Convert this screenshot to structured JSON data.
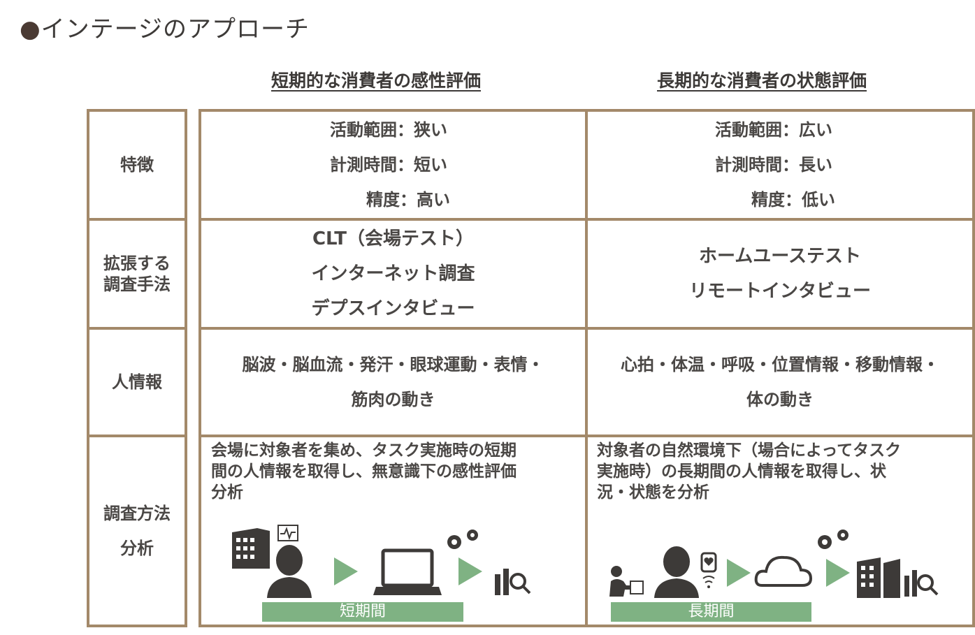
{
  "page_title": "インテージのアプローチ",
  "bullet": "●",
  "columns": [
    "短期的な消費者の感性評価",
    "長期的な消費者の状態評価"
  ],
  "rows": {
    "features": {
      "label": "特徴",
      "left": [
        "活動範囲：狭い",
        "計測時間：短い",
        "精度：高い"
      ],
      "right": [
        "活動範囲：広い",
        "計測時間：長い",
        "精度：低い"
      ]
    },
    "methods": {
      "label_line1": "拡張する",
      "label_line2": "調査手法",
      "left": [
        "CLT（会場テスト）",
        "インターネット調査",
        "デプスインタビュー"
      ],
      "right": [
        "ホームユーステスト",
        "リモートインタビュー"
      ]
    },
    "human_info": {
      "label": "人情報",
      "left": [
        "脳波・脳血流・発汗・眼球運動・表情・",
        "筋肉の動き"
      ],
      "right": [
        "心拍・体温・呼吸・位置情報・移動情報・",
        "体の動き"
      ]
    },
    "analysis": {
      "label_line1": "調査方法",
      "label_line2": "分析",
      "left_text": [
        "会場に対象者を集め、タスク実施時の短期",
        "間の人情報を取得し、無意識下の感性評価",
        "分析"
      ],
      "right_text": [
        "対象者の自然環境下（場合によってタスク",
        "実施時）の長期間の人情報を取得し、状",
        "況・状態を分析"
      ],
      "left_bar": "短期間",
      "right_bar": "長期間"
    }
  },
  "colors": {
    "border": "#a3896a",
    "icon": "#3d3a38",
    "arrow": "#7fb283",
    "bar": "#7fb283"
  },
  "icons": [
    "building-icon",
    "person-icon",
    "monitor-pulse-icon",
    "laptop-icon",
    "gears-icon",
    "chart-search-icon",
    "courier-icon",
    "smartwatch-icon",
    "cloud-icon",
    "buildings-icon"
  ]
}
